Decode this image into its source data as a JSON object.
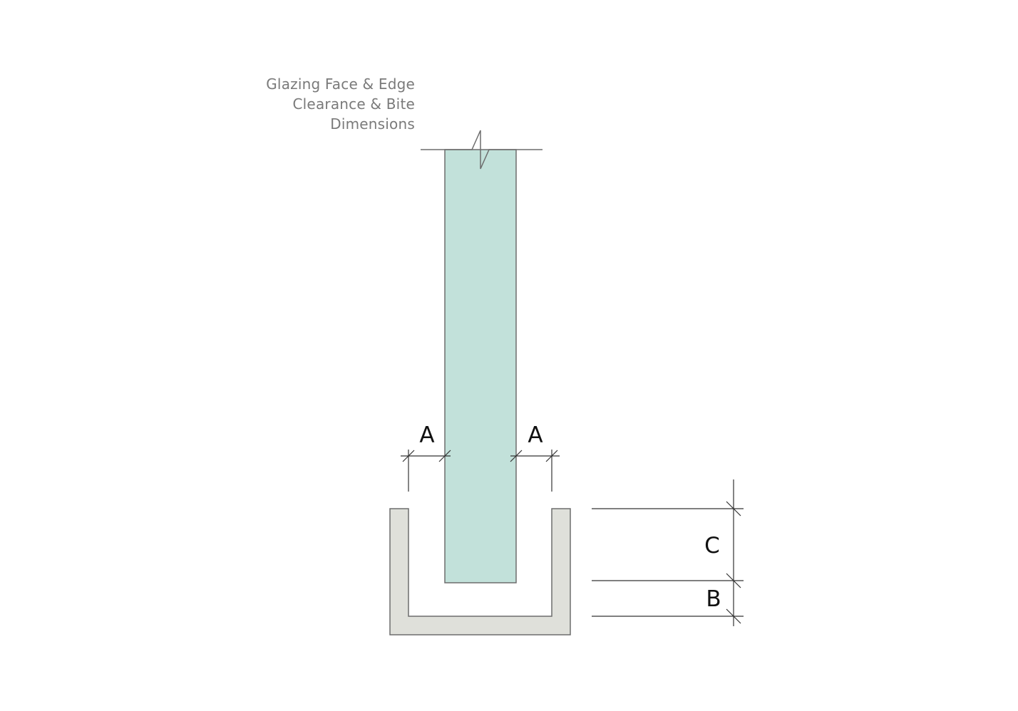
{
  "title": {
    "lines": [
      "Glazing Face & Edge",
      "Clearance & Bite",
      "Dimensions"
    ]
  },
  "labels": {
    "face_clearance_left": "A",
    "face_clearance_right": "A",
    "bite": "C",
    "edge_clearance": "B"
  },
  "colors": {
    "glass_fill": "#c2e1da",
    "channel_fill": "#dfe0da",
    "outline": "#6d6d6d",
    "dimension_line": "#333333",
    "title_text": "#7a7a7a",
    "label_text": "#111111"
  }
}
